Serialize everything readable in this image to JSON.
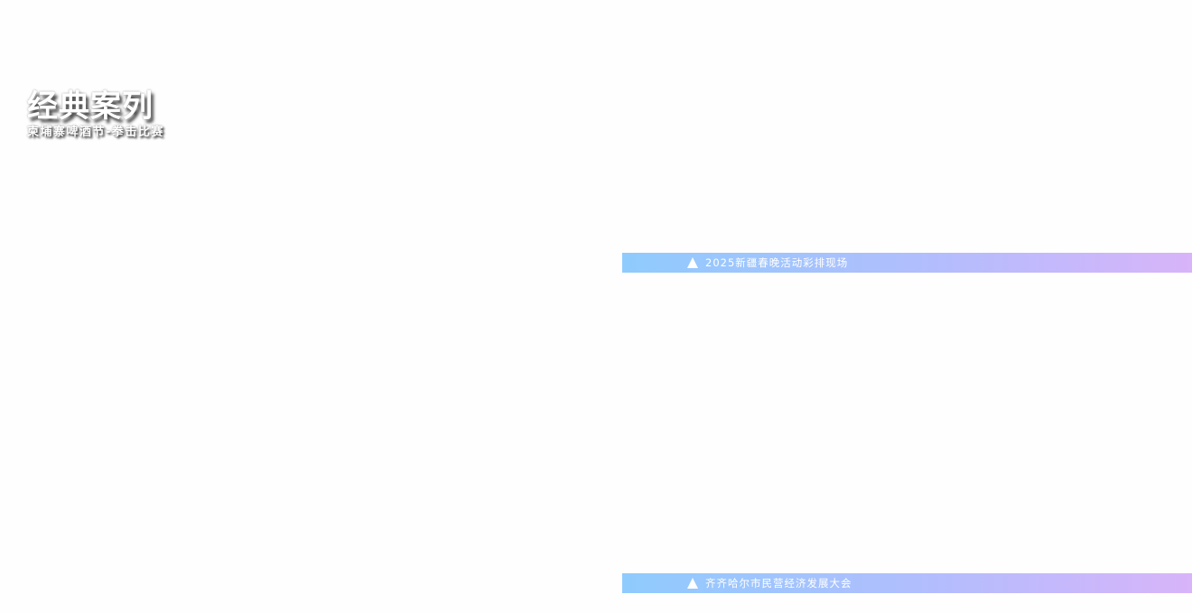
{
  "heading": {
    "title": "经典案列",
    "subtitle": "柬埔寨啤酒节-拳击比赛"
  },
  "cases": [
    {
      "label": "2025新疆春晚活动彩排现场",
      "icon": "triangle-icon"
    },
    {
      "label": "齐齐哈尔市民营经济发展大会",
      "icon": "triangle-icon"
    }
  ],
  "colors": {
    "background": "#fefefe",
    "bar_gradient_start": "#8fcbfd",
    "bar_gradient_mid": "#b3bdfd",
    "bar_gradient_end": "#d8b4fa",
    "text": "#ffffff"
  }
}
